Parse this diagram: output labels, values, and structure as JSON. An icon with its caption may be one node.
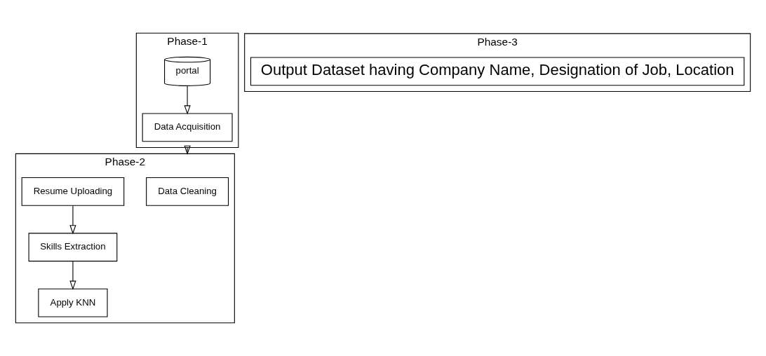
{
  "diagram": {
    "nodes": [
      {
        "text": [
          "Phase-1"
        ]
      },
      {
        "text": [
          "Data Acquisition"
        ],
        "in": 0
      },
      {
        "text": [
          "portal"
        ],
        "in": 0
      },
      {
        "text": [
          "Phase-2"
        ]
      },
      {
        "text": [
          "Data Cleaning"
        ],
        "in": 3
      },
      {
        "text": [
          "Resume Uploading"
        ],
        "in": 3
      },
      {
        "text": [
          "Skills Extraction"
        ],
        "in": 3
      },
      {
        "text": [
          "Apply KNN"
        ],
        "in": 3
      },
      {
        "text": [
          "Phase-3"
        ]
      },
      {
        "text": [
          "Output Dataset having Company Name, Designation of Job, Location"
        ],
        "in": 8
      }
    ],
    "edges": [
      {
        "from": 2,
        "to": 1,
        "arrow": "to"
      },
      {
        "from": 0,
        "to": 3,
        "arrow": "to"
      },
      {
        "from": 5,
        "to": 6,
        "arrow": "to"
      },
      {
        "from": 6,
        "to": 7,
        "arrow": "to"
      }
    ]
  }
}
